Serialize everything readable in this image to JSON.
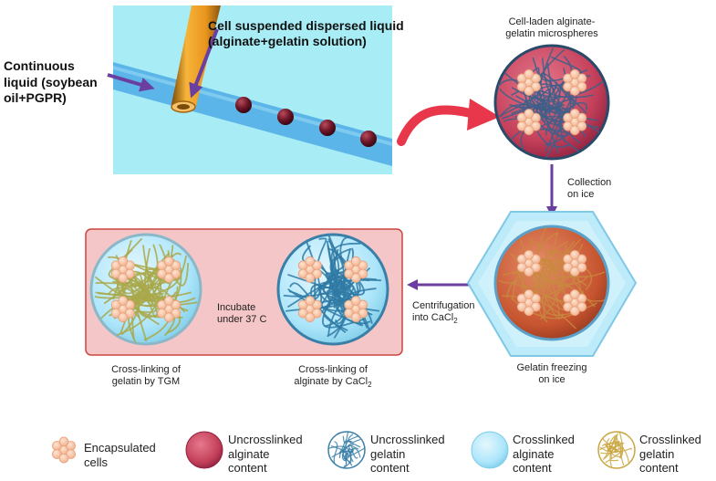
{
  "labels": {
    "cell_liquid_line1": "Cell suspended dispersed liquid",
    "cell_liquid_line2": "(alginate+gelatin solution)",
    "continuous_line1": "Continuous",
    "continuous_line2": "liquid (soybean",
    "continuous_line3": "oil+PGPR)",
    "microspheres_line1": "Cell-laden alginate-",
    "microspheres_line2": "gelatin microspheres",
    "collection_line1": "Collection",
    "collection_line2": "on ice",
    "freezing_line1": "Gelatin freezing",
    "freezing_line2": "on ice",
    "centrifugation_line1": "Centrifugation",
    "centrifugation_line2": "into CaCl",
    "centrifugation_sub": "2",
    "crosslink_cacl_line1": "Cross-linking of",
    "crosslink_cacl_line2": "alginate by CaCl",
    "crosslink_cacl_sub": "2",
    "incubate_line1": "Incubate",
    "incubate_line2": "under 37 C",
    "crosslink_tgm_line1": "Cross-linking of",
    "crosslink_tgm_line2": "gelatin by TGM"
  },
  "legend": [
    {
      "line1": "Encapsulated",
      "line2": "cells",
      "line3": "",
      "icon": "cell-cluster-icon"
    },
    {
      "line1": "Uncrosslinked",
      "line2": "alginate",
      "line3": "content",
      "icon": "red-sphere-icon"
    },
    {
      "line1": "Uncrosslinked",
      "line2": "gelatin",
      "line3": "content",
      "icon": "blue-fiber-ball-icon"
    },
    {
      "line1": "Crosslinked",
      "line2": "alginate",
      "line3": "content",
      "icon": "light-blue-sphere-icon"
    },
    {
      "line1": "Crosslinked",
      "line2": "gelatin",
      "line3": "content",
      "icon": "yellow-fiber-ball-icon"
    }
  ],
  "colors": {
    "channel_bg": "#a8ecf5",
    "channel": "#5bb5e8",
    "needle": "#f0a020",
    "arrow_purple": "#6a3fa0",
    "arrow_red": "#e8364a",
    "box_fill": "#f4c6c8",
    "box_stroke": "#c9453f",
    "alginate_red": "#c4405a",
    "fiber_blue": "#3a7fa8",
    "fiber_yellow": "#c9a640",
    "crosslinked_blue": "#aee6fb"
  }
}
